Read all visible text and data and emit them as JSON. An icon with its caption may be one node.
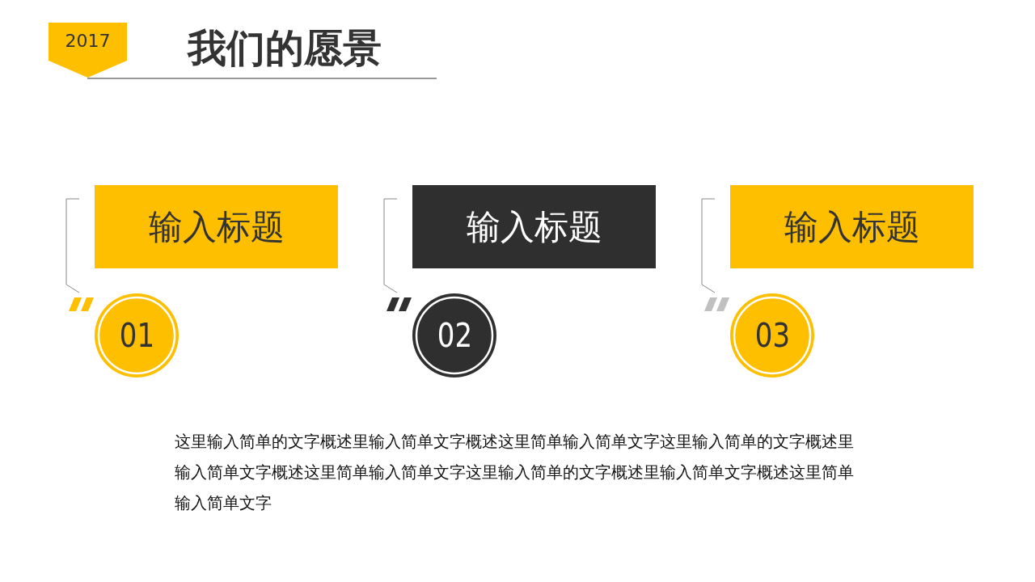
{
  "diagram": {
    "title": "我们的愿景",
    "nodes": [
      {
        "text": [
          "2017"
        ]
      },
      {
        "text": [
          "输入标题"
        ]
      },
      {
        "text": [
          "输入标题"
        ]
      },
      {
        "text": [
          "输入标题"
        ]
      },
      {
        "text": [
          "01"
        ]
      },
      {
        "text": [
          "02"
        ]
      },
      {
        "text": [
          "03"
        ]
      }
    ],
    "labels": [
      "这里输入简单的文字概述里输入简单文字概述这里简单输入简单文字这里输入简单的文字概述里输入简单文字概述这里简单输入简单文字这里输入简单的文字概述里输入简单文字概述这里简单输入简单文字"
    ]
  }
}
